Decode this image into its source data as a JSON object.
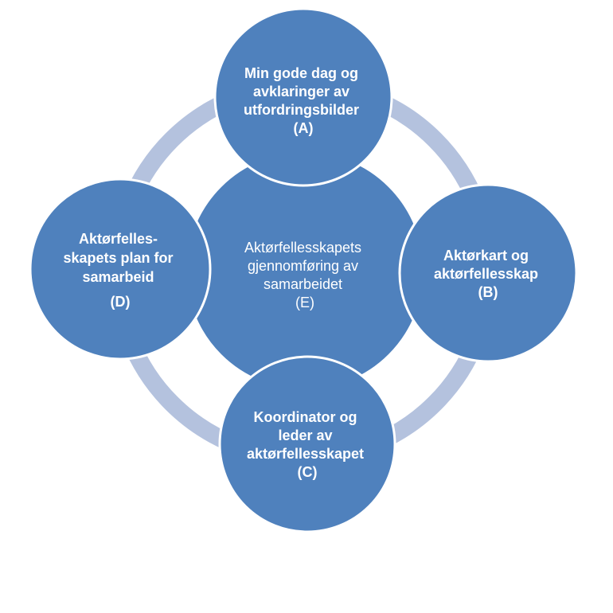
{
  "colors": {
    "ring": "#b4c2de",
    "node_fill": "#4f81bd",
    "node_stroke": "#ffffff",
    "text": "#ffffff"
  },
  "nodes": {
    "a": {
      "lines": [
        "Min gode dag  og",
        "avklaringer av",
        "utfordringsbilder",
        "(A)"
      ]
    },
    "b": {
      "lines": [
        "Aktørkart og",
        "aktørfellesskap",
        "(B)"
      ]
    },
    "c": {
      "lines": [
        "Koordinator og",
        "leder av",
        "aktørfellesskapet",
        "(C)"
      ]
    },
    "d": {
      "lines": [
        "Aktørfelles-",
        "skapets plan for",
        "samarbeid",
        "",
        "(D)"
      ]
    },
    "e": {
      "lines": [
        "Aktørfellesskapets",
        "gjennomføring av",
        "samarbeidet",
        "(E)"
      ]
    }
  }
}
